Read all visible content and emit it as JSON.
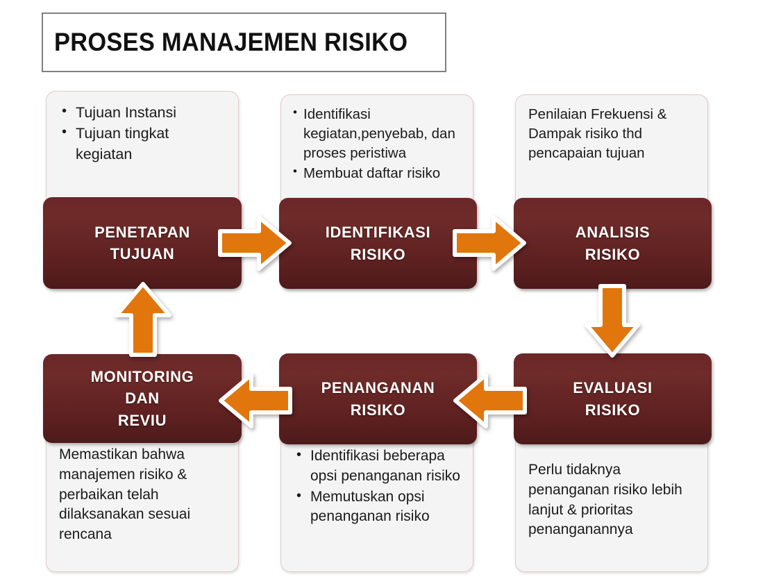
{
  "title": {
    "text": "PROSES MANAJEMEN RISIKO"
  },
  "colors": {
    "band_maroon": "#5E2020",
    "arrow_orange": "#E1760D",
    "arrow_outline": "#FFFFFF",
    "card_bg": "#F4F4F4",
    "card_border": "#E3C9C9",
    "title_border": "#808080",
    "text_dark": "#1A1A1A"
  },
  "steps": [
    {
      "id": "penetapan-tujuan",
      "band_label": "PENETAPAN TUJUAN",
      "band_lines": [
        "PENETAPAN",
        "TUJUAN"
      ],
      "body_style": "bullets",
      "band_position": "bottom",
      "bullets": [
        "Tujuan Instansi",
        "Tujuan tingkat kegiatan"
      ]
    },
    {
      "id": "identifikasi-risiko",
      "band_label": "IDENTIFIKASI RISIKO",
      "band_lines": [
        "IDENTIFIKASI",
        "RISIKO"
      ],
      "body_style": "bullets",
      "band_position": "bottom",
      "bullets": [
        "Identifikasi kegiatan,penyebab, dan proses peristiwa",
        "Membuat daftar risiko"
      ]
    },
    {
      "id": "analisis-risiko",
      "band_label": "ANALISIS RISIKO",
      "band_lines": [
        "ANALISIS",
        "RISIKO"
      ],
      "body_style": "plain",
      "band_position": "bottom",
      "paragraph": "Penilaian Frekuensi & Dampak risiko thd pencapaian tujuan"
    },
    {
      "id": "monitoring-dan-reviu",
      "band_label": "MONITORING DAN REVIU",
      "band_lines": [
        "MONITORING",
        "DAN",
        "REVIU"
      ],
      "body_style": "plain",
      "band_position": "top",
      "paragraph": "Memastikan bahwa manajemen risiko & perbaikan telah dilaksanakan sesuai rencana"
    },
    {
      "id": "penanganan-risiko",
      "band_label": "PENANGANAN RISIKO",
      "band_lines": [
        "PENANGANAN",
        "RISIKO"
      ],
      "body_style": "bullets",
      "band_position": "top",
      "bullets": [
        "Identifikasi beberapa opsi penanganan risiko",
        "Memutuskan opsi penanganan risiko"
      ]
    },
    {
      "id": "evaluasi-risiko",
      "band_label": "EVALUASI RISIKO",
      "band_lines": [
        "EVALUASI",
        "RISIKO"
      ],
      "body_style": "plain",
      "band_position": "top",
      "paragraph": "Perlu tidaknya penanganan risiko lebih lanjut & prioritas penanganannya"
    }
  ],
  "arrows": [
    {
      "id": "arrow-penetapan-to-identifikasi",
      "icon": "arrow-right-icon",
      "direction": "right",
      "from": "penetapan-tujuan",
      "to": "identifikasi-risiko"
    },
    {
      "id": "arrow-identifikasi-to-analisis",
      "icon": "arrow-right-icon",
      "direction": "right",
      "from": "identifikasi-risiko",
      "to": "analisis-risiko"
    },
    {
      "id": "arrow-analisis-to-evaluasi",
      "icon": "arrow-down-icon",
      "direction": "down",
      "from": "analisis-risiko",
      "to": "evaluasi-risiko"
    },
    {
      "id": "arrow-evaluasi-to-penanganan",
      "icon": "arrow-left-icon",
      "direction": "left",
      "from": "evaluasi-risiko",
      "to": "penanganan-risiko"
    },
    {
      "id": "arrow-penanganan-to-monitoring",
      "icon": "arrow-left-icon",
      "direction": "left",
      "from": "penanganan-risiko",
      "to": "monitoring-dan-reviu"
    },
    {
      "id": "arrow-monitoring-to-penetapan",
      "icon": "arrow-up-icon",
      "direction": "up",
      "from": "monitoring-dan-reviu",
      "to": "penetapan-tujuan"
    }
  ]
}
